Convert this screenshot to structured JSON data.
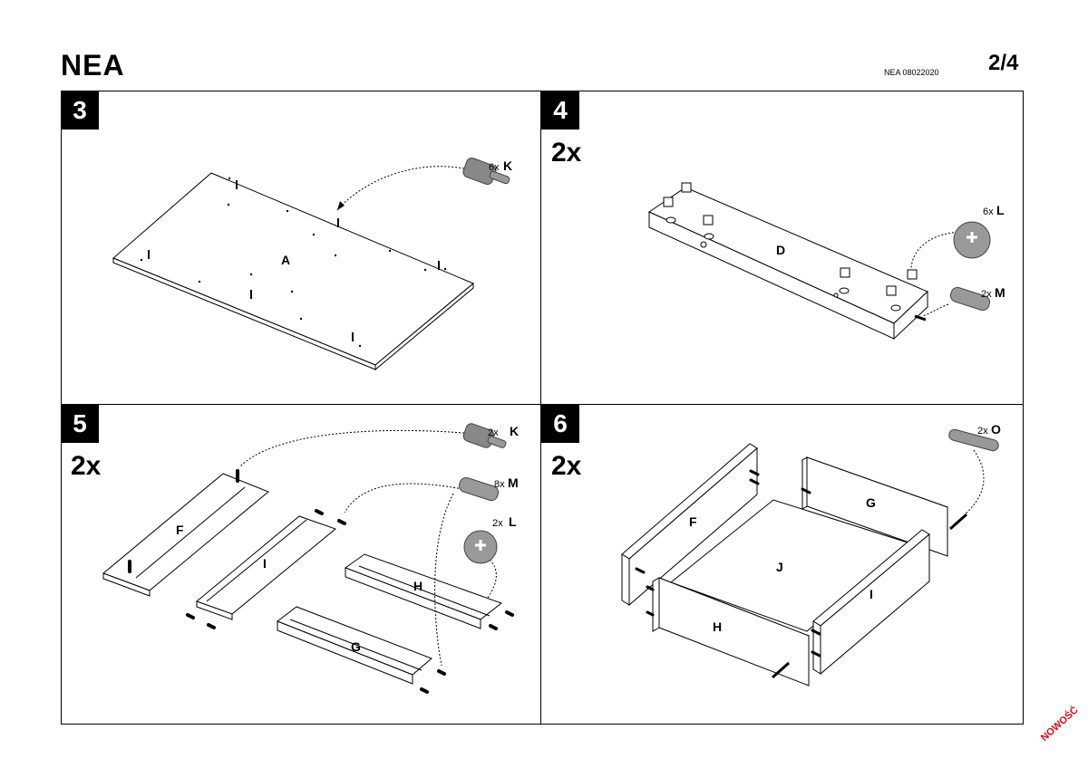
{
  "header": {
    "brand": "NEA",
    "doc_code": "NEA 08022020",
    "page": "2/4"
  },
  "steps": [
    {
      "number": "3",
      "multiplier": "",
      "parts": [
        "A"
      ],
      "hardware": [
        {
          "count": "6x",
          "code": "K"
        }
      ]
    },
    {
      "number": "4",
      "multiplier": "2x",
      "parts": [
        "D"
      ],
      "hardware": [
        {
          "count": "6x",
          "code": "L"
        },
        {
          "count": "2x",
          "code": "M"
        }
      ]
    },
    {
      "number": "5",
      "multiplier": "2x",
      "parts": [
        "F",
        "I",
        "H",
        "G"
      ],
      "hardware": [
        {
          "count": "2x",
          "code": "K"
        },
        {
          "count": "8x",
          "code": "M"
        },
        {
          "count": "2x",
          "code": "L"
        }
      ]
    },
    {
      "number": "6",
      "multiplier": "2x",
      "parts": [
        "F",
        "G",
        "J",
        "I",
        "H"
      ],
      "hardware": [
        {
          "count": "2x",
          "code": "O"
        }
      ]
    }
  ],
  "stamp": "NOWOŚĆ"
}
